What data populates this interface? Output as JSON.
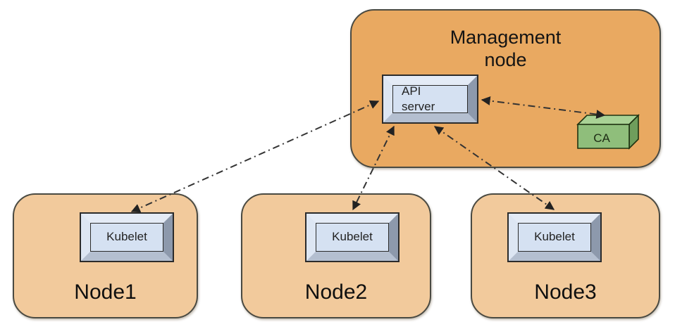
{
  "diagram": {
    "management_node": {
      "label": "Management node",
      "api_server_label": "API server",
      "ca_label": "CA"
    },
    "nodes": [
      {
        "label": "Node1",
        "kubelet_label": "Kubelet"
      },
      {
        "label": "Node2",
        "kubelet_label": "Kubelet"
      },
      {
        "label": "Node3",
        "kubelet_label": "Kubelet"
      }
    ],
    "connections": [
      {
        "from": "API server",
        "to": "Kubelet (Node1)",
        "line_style": "dash-dot",
        "arrows": "both"
      },
      {
        "from": "API server",
        "to": "Kubelet (Node2)",
        "line_style": "dash-dot",
        "arrows": "both"
      },
      {
        "from": "API server",
        "to": "Kubelet (Node3)",
        "line_style": "dash-dot",
        "arrows": "both"
      },
      {
        "from": "API server",
        "to": "CA",
        "line_style": "dash-dot",
        "arrows": "both"
      }
    ],
    "colors": {
      "management_node_fill": "#e9a961",
      "worker_node_fill": "#f2ca9c",
      "node_border": "#4a4a42",
      "button_face": "#d5e1f2",
      "bevel_light": "#e4ebf6",
      "bevel_dark": "#8d99ac",
      "ca_front": "#8fbe7b",
      "ca_top": "#a9d295",
      "ca_side": "#6f9e5c",
      "arrow": "#333333"
    }
  }
}
